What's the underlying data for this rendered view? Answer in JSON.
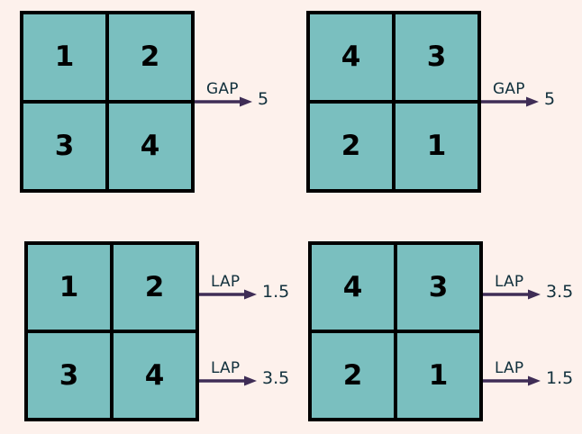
{
  "figure": {
    "background_color": "#fdf1ec",
    "cell_fill_color": "#7abfbf",
    "cell_border_color": "#000000",
    "cell_text_color": "#000000",
    "annotation_text_color": "#11303c",
    "arrow_color": "#3f2d56"
  },
  "panels": [
    {
      "id": "top-left",
      "cells": [
        "1",
        "2",
        "3",
        "4"
      ],
      "annotations": [
        {
          "label": "GAP",
          "value": "5"
        }
      ]
    },
    {
      "id": "top-right",
      "cells": [
        "4",
        "3",
        "2",
        "1"
      ],
      "annotations": [
        {
          "label": "GAP",
          "value": "5"
        }
      ]
    },
    {
      "id": "bottom-left",
      "cells": [
        "1",
        "2",
        "3",
        "4"
      ],
      "annotations": [
        {
          "label": "LAP",
          "value": "1.5"
        },
        {
          "label": "LAP",
          "value": "3.5"
        }
      ]
    },
    {
      "id": "bottom-right",
      "cells": [
        "4",
        "3",
        "2",
        "1"
      ],
      "annotations": [
        {
          "label": "LAP",
          "value": "3.5"
        },
        {
          "label": "LAP",
          "value": "1.5"
        }
      ]
    }
  ]
}
